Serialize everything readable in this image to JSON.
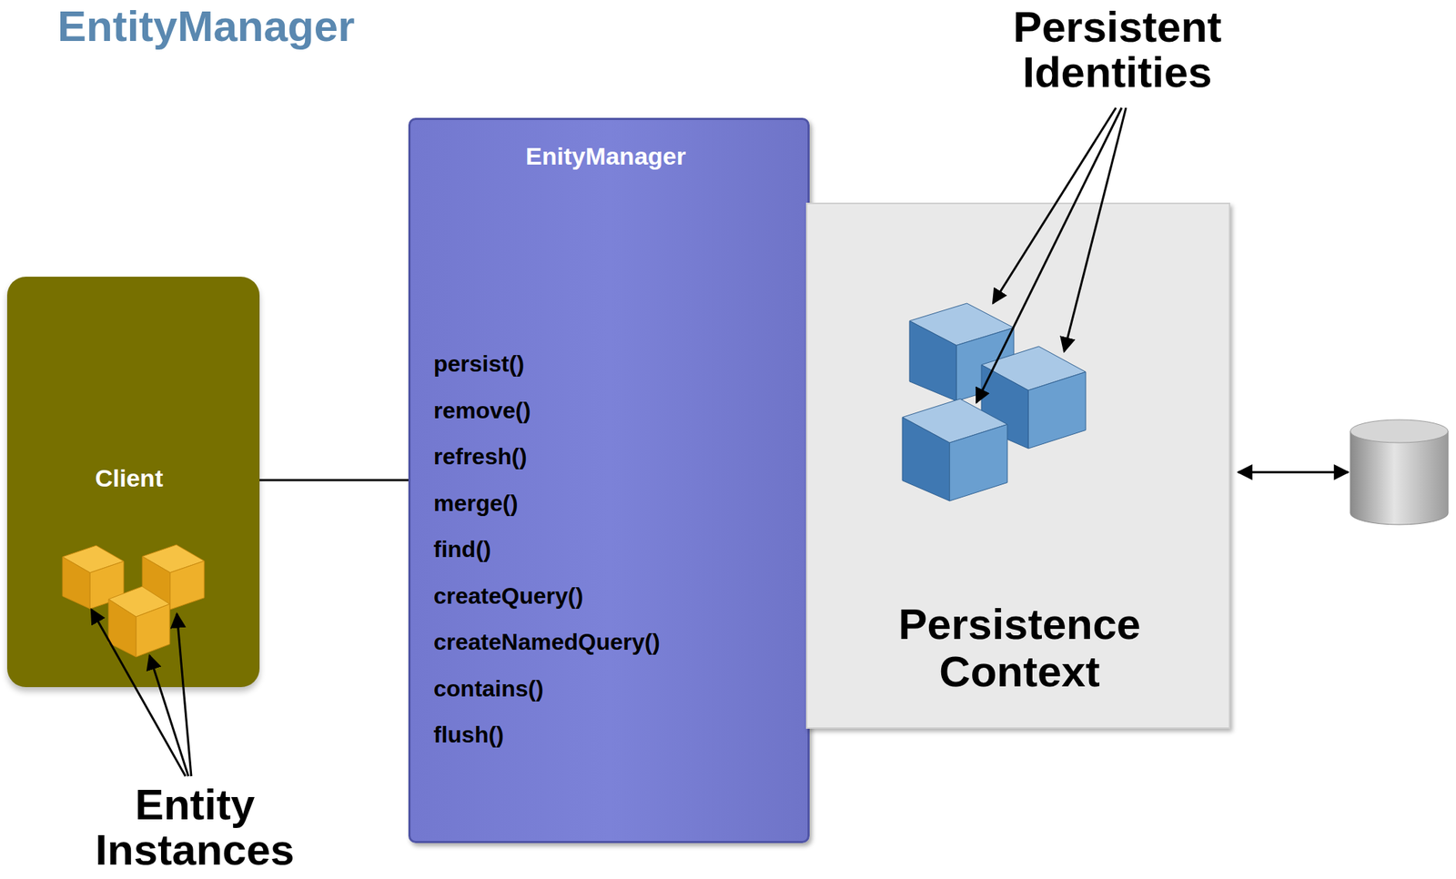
{
  "diagram": {
    "title": "EntityManager",
    "nodes": [
      {
        "text": [
          "Client"
        ]
      },
      {
        "text": [
          "EnityManager",
          "persist()",
          "remove()",
          "refresh()",
          "merge()",
          "find()",
          "createQuery()",
          "createNamedQuery()",
          "contains()",
          "flush()"
        ]
      },
      {
        "text": [
          "Persistence Context"
        ]
      }
    ],
    "edges": [
      {
        "from": 0,
        "to": 1,
        "arrow": "none"
      }
    ],
    "labels": [
      "Persistent Identities",
      "Entity Instances"
    ]
  }
}
